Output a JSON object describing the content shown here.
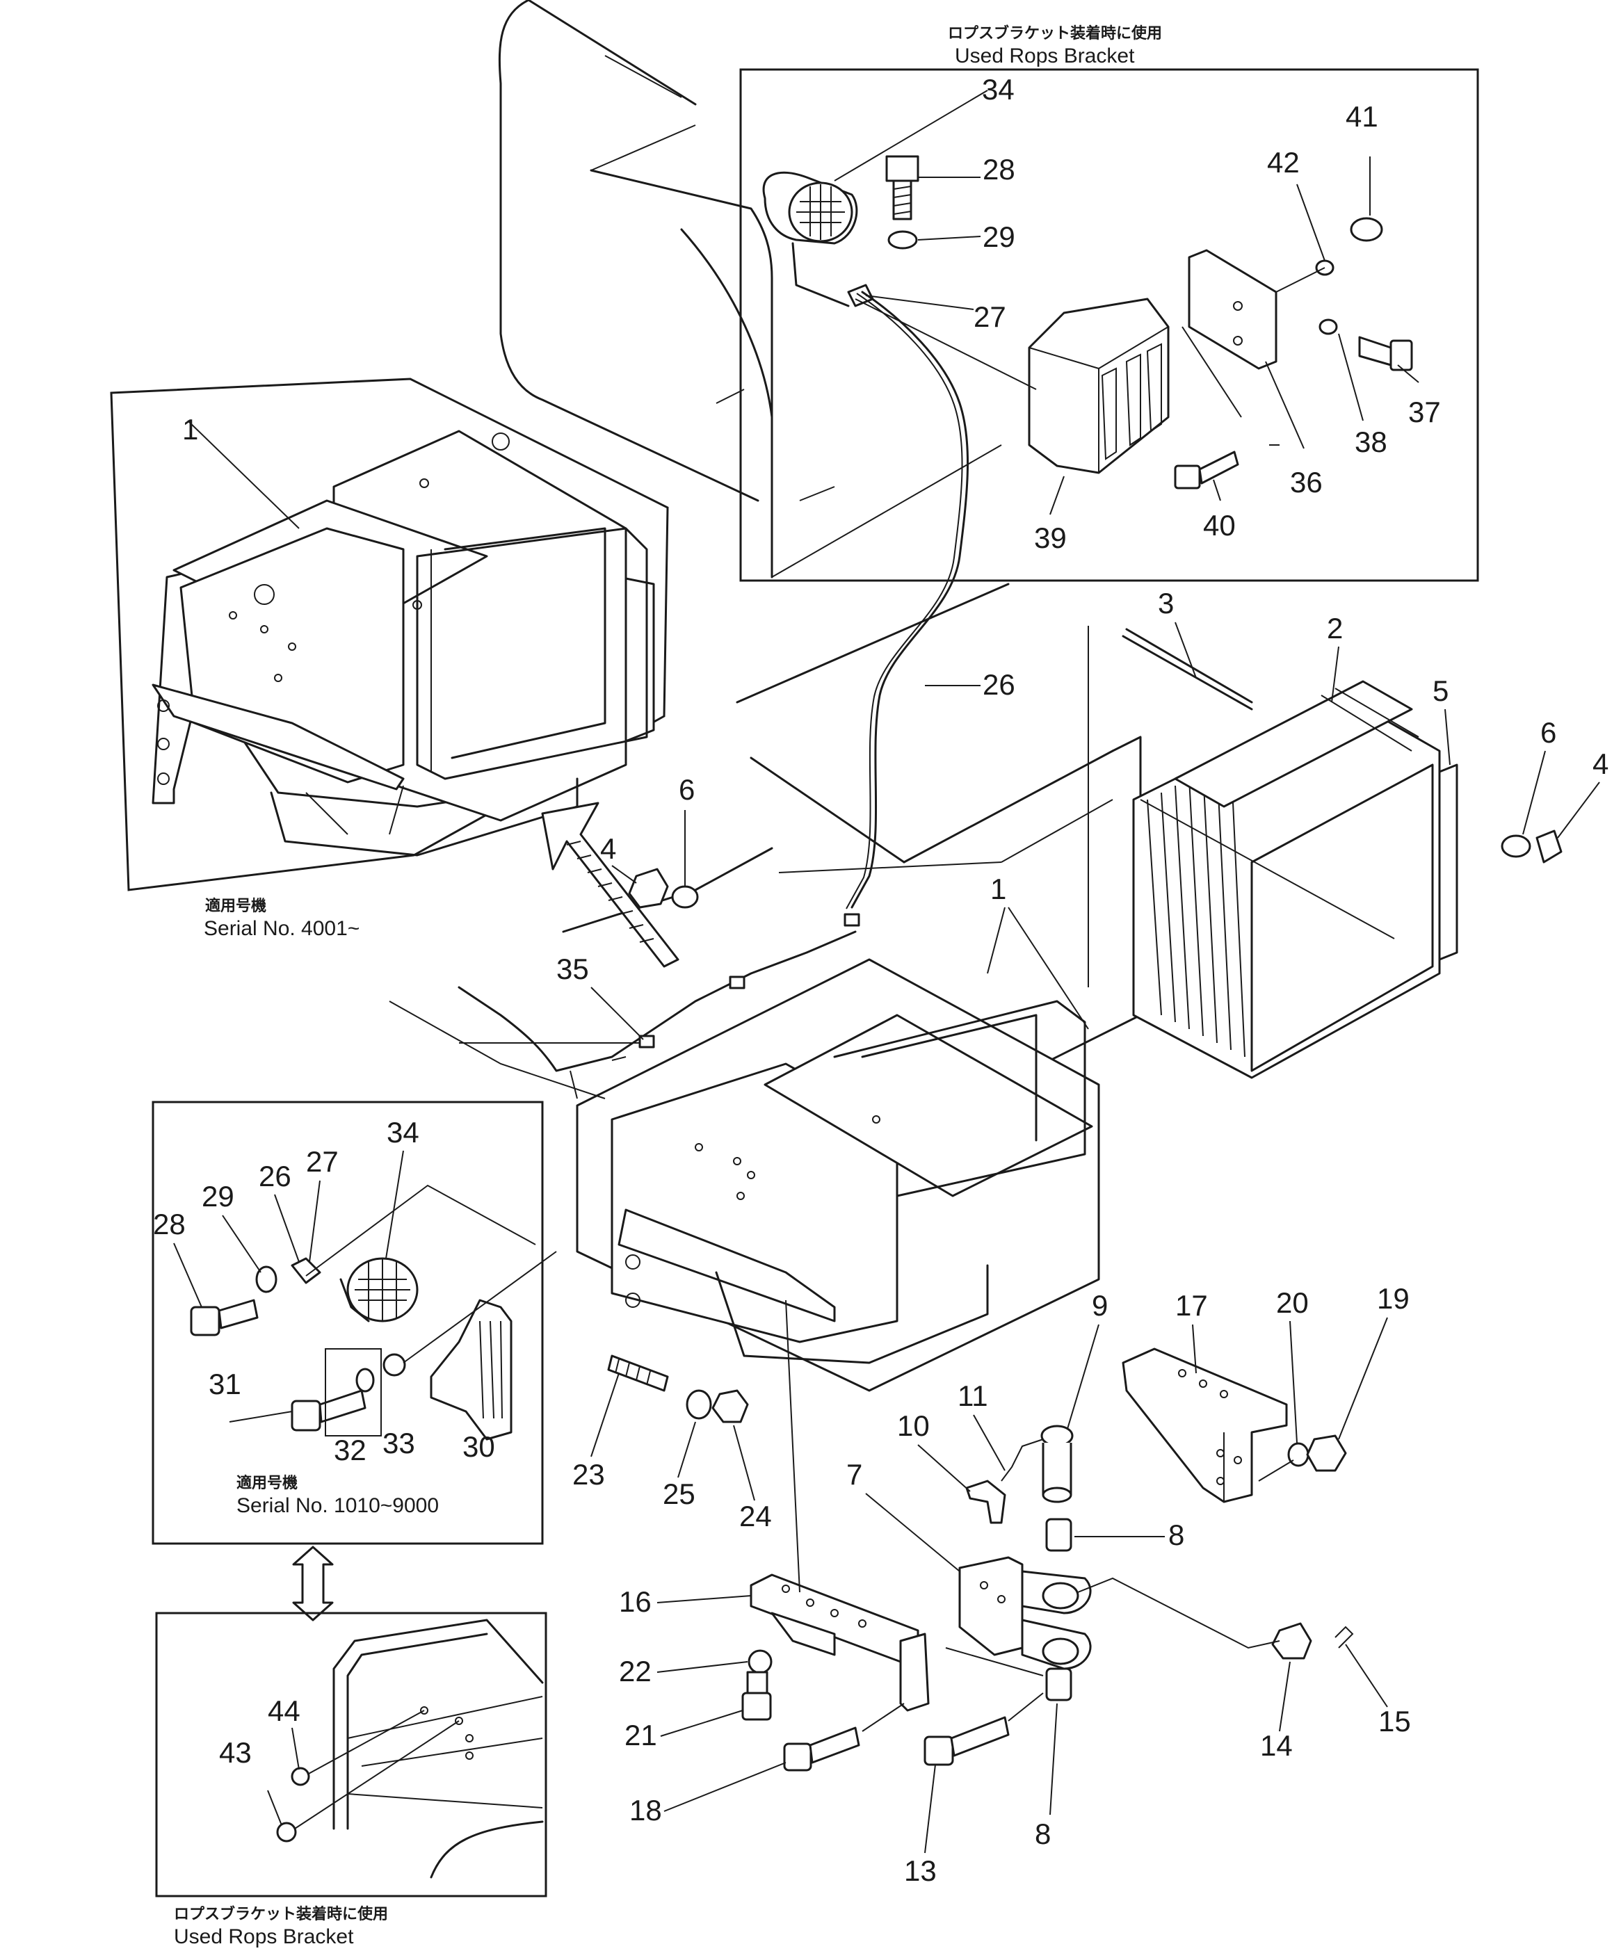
{
  "captions": {
    "top_jp": "ロプスブラケット装着時に使用",
    "top_en": "Used Rops Bracket",
    "left_serial_jp": "適用号機",
    "left_serial_en": "Serial No. 4001~",
    "mid_serial_jp": "適用号機",
    "mid_serial_en": "Serial No. 1010~9000",
    "bottom_jp": "ロプスブラケット装着時に使用",
    "bottom_en": "Used Rops Bracket"
  },
  "callouts": {
    "top_box": [
      "34",
      "28",
      "29",
      "27",
      "41",
      "42",
      "37",
      "38",
      "36",
      "39",
      "40"
    ],
    "main": [
      "26",
      "3",
      "2",
      "5",
      "6",
      "4",
      "1",
      "4",
      "6",
      "35",
      "1"
    ],
    "left_inset": [
      "34",
      "27",
      "26",
      "29",
      "28",
      "31",
      "32",
      "33",
      "30"
    ],
    "lower_parts": [
      "9",
      "17",
      "20",
      "19",
      "11",
      "10",
      "7",
      "8",
      "23",
      "25",
      "24",
      "16",
      "22",
      "21",
      "18",
      "13",
      "8",
      "14",
      "15"
    ],
    "bottom_inset": [
      "44",
      "43"
    ]
  }
}
